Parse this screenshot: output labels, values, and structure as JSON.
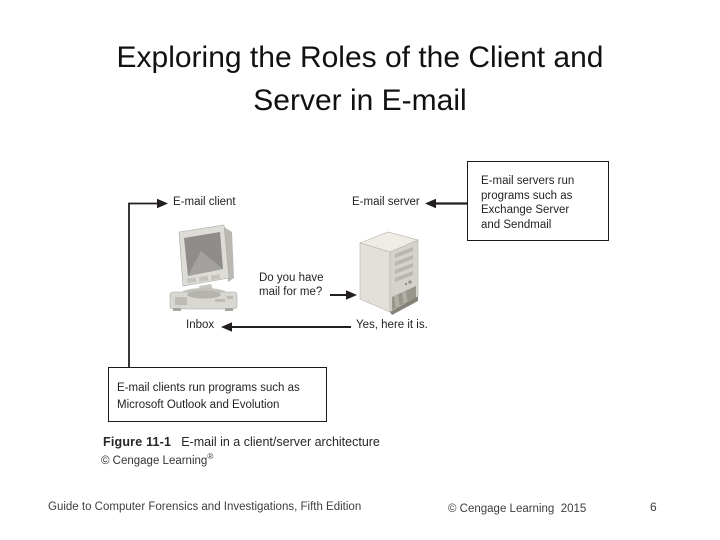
{
  "title": {
    "text": "Exploring the Roles of the Client and\nServer in E-mail"
  },
  "diagram": {
    "client_label": "E-mail client",
    "server_label": "E-mail server",
    "server_box": "E-mail servers run\nprograms such as\nExchange Server\nand Sendmail",
    "client_box": "E-mail clients run programs such as\nMicrosoft Outlook and Evolution",
    "question": "Do you have\nmail for me?",
    "inbox_label": "Inbox",
    "answer": "Yes, here it is.",
    "client_icon": "desktop-computer-icon",
    "server_icon": "server-tower-icon",
    "colors": {
      "line": "#231f20",
      "border": "#1a1a1a",
      "icon_light": "#e3e1da",
      "icon_mid": "#d2d0c8",
      "icon_dark": "#908e87"
    }
  },
  "caption": {
    "figure_label": "Figure 11-1",
    "figure_title": "E-mail in a client/server architecture",
    "credit": "© Cengage Learning",
    "credit_mark": "®"
  },
  "footer": {
    "left": "Guide to Computer Forensics and Investigations, Fifth Edition",
    "center": "© Cengage Learning  2015",
    "page": "6"
  }
}
